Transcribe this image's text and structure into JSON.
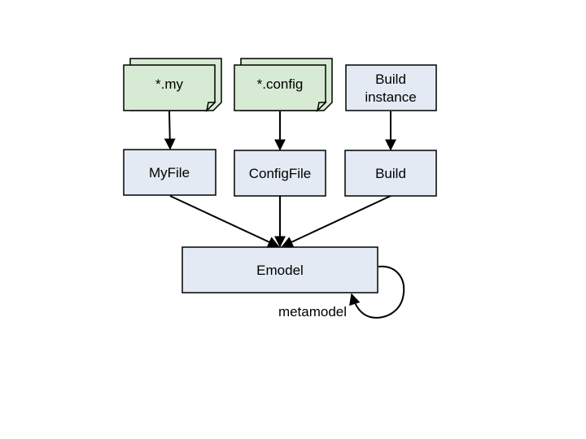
{
  "diagram": {
    "files": {
      "my": "*.my",
      "config": "*.config"
    },
    "build_instance": [
      "Build",
      "instance"
    ],
    "classes": {
      "myfile": "MyFile",
      "configfile": "ConfigFile",
      "build": "Build"
    },
    "emodel": "Emodel",
    "self_loop_label": "metamodel"
  },
  "colors": {
    "file_fill": "#d7ead3",
    "class_fill": "#e3eaf3",
    "stroke": "#000000"
  }
}
